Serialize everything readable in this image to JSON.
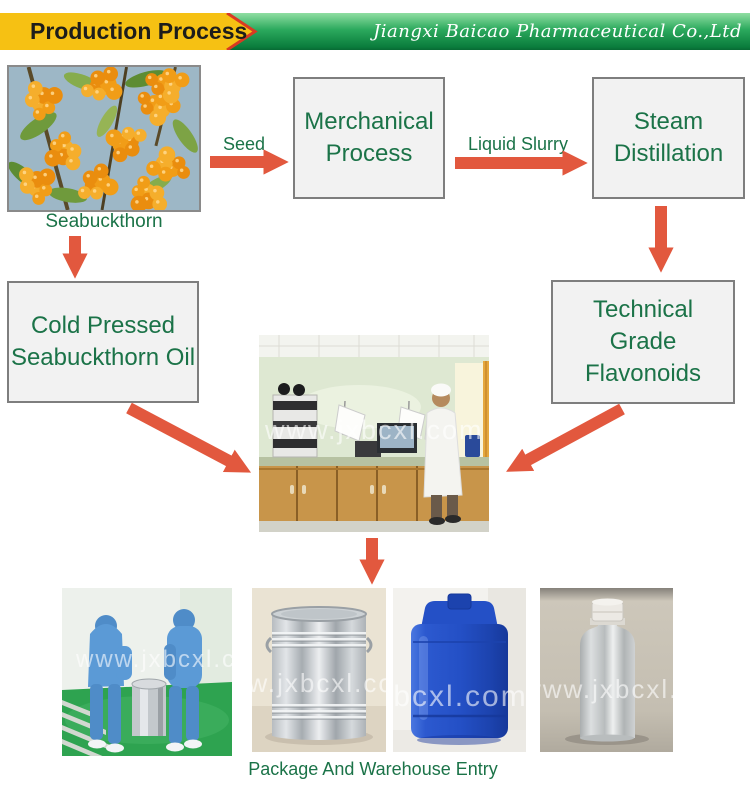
{
  "header": {
    "title": "Production Process",
    "company": "Jiangxi Baicao Pharmaceutical Co.,Ltd"
  },
  "flow": {
    "source_label": "Seabuckthorn",
    "seed_label": "Seed",
    "liquid_slurry_label": "Liquid Slurry",
    "boxes": {
      "mechanical": {
        "lines": [
          "Merchanical",
          "Process"
        ]
      },
      "steam": {
        "lines": [
          "Steam",
          "Distillation"
        ]
      },
      "technical": {
        "lines": [
          "Technical",
          "Grade",
          "Flavonoids"
        ]
      },
      "cold_pressed": {
        "lines": [
          "Cold Pressed",
          "Seabuckthorn Oil"
        ]
      }
    },
    "caption": "Package And Warehouse Entry"
  },
  "watermark": "www.jxbcxl.com",
  "colors": {
    "banner_yellow": "#F6C113",
    "ribbon_outline": "#D93A22",
    "header_green_top": "#90DEA2",
    "header_green_mid": "#2BA95D",
    "header_green_bottom": "#0A7C3C",
    "arrow": "#E2583E",
    "box_text": "#1B7348",
    "box_bg": "#F2F2F2",
    "box_border": "#7E7E7E"
  }
}
